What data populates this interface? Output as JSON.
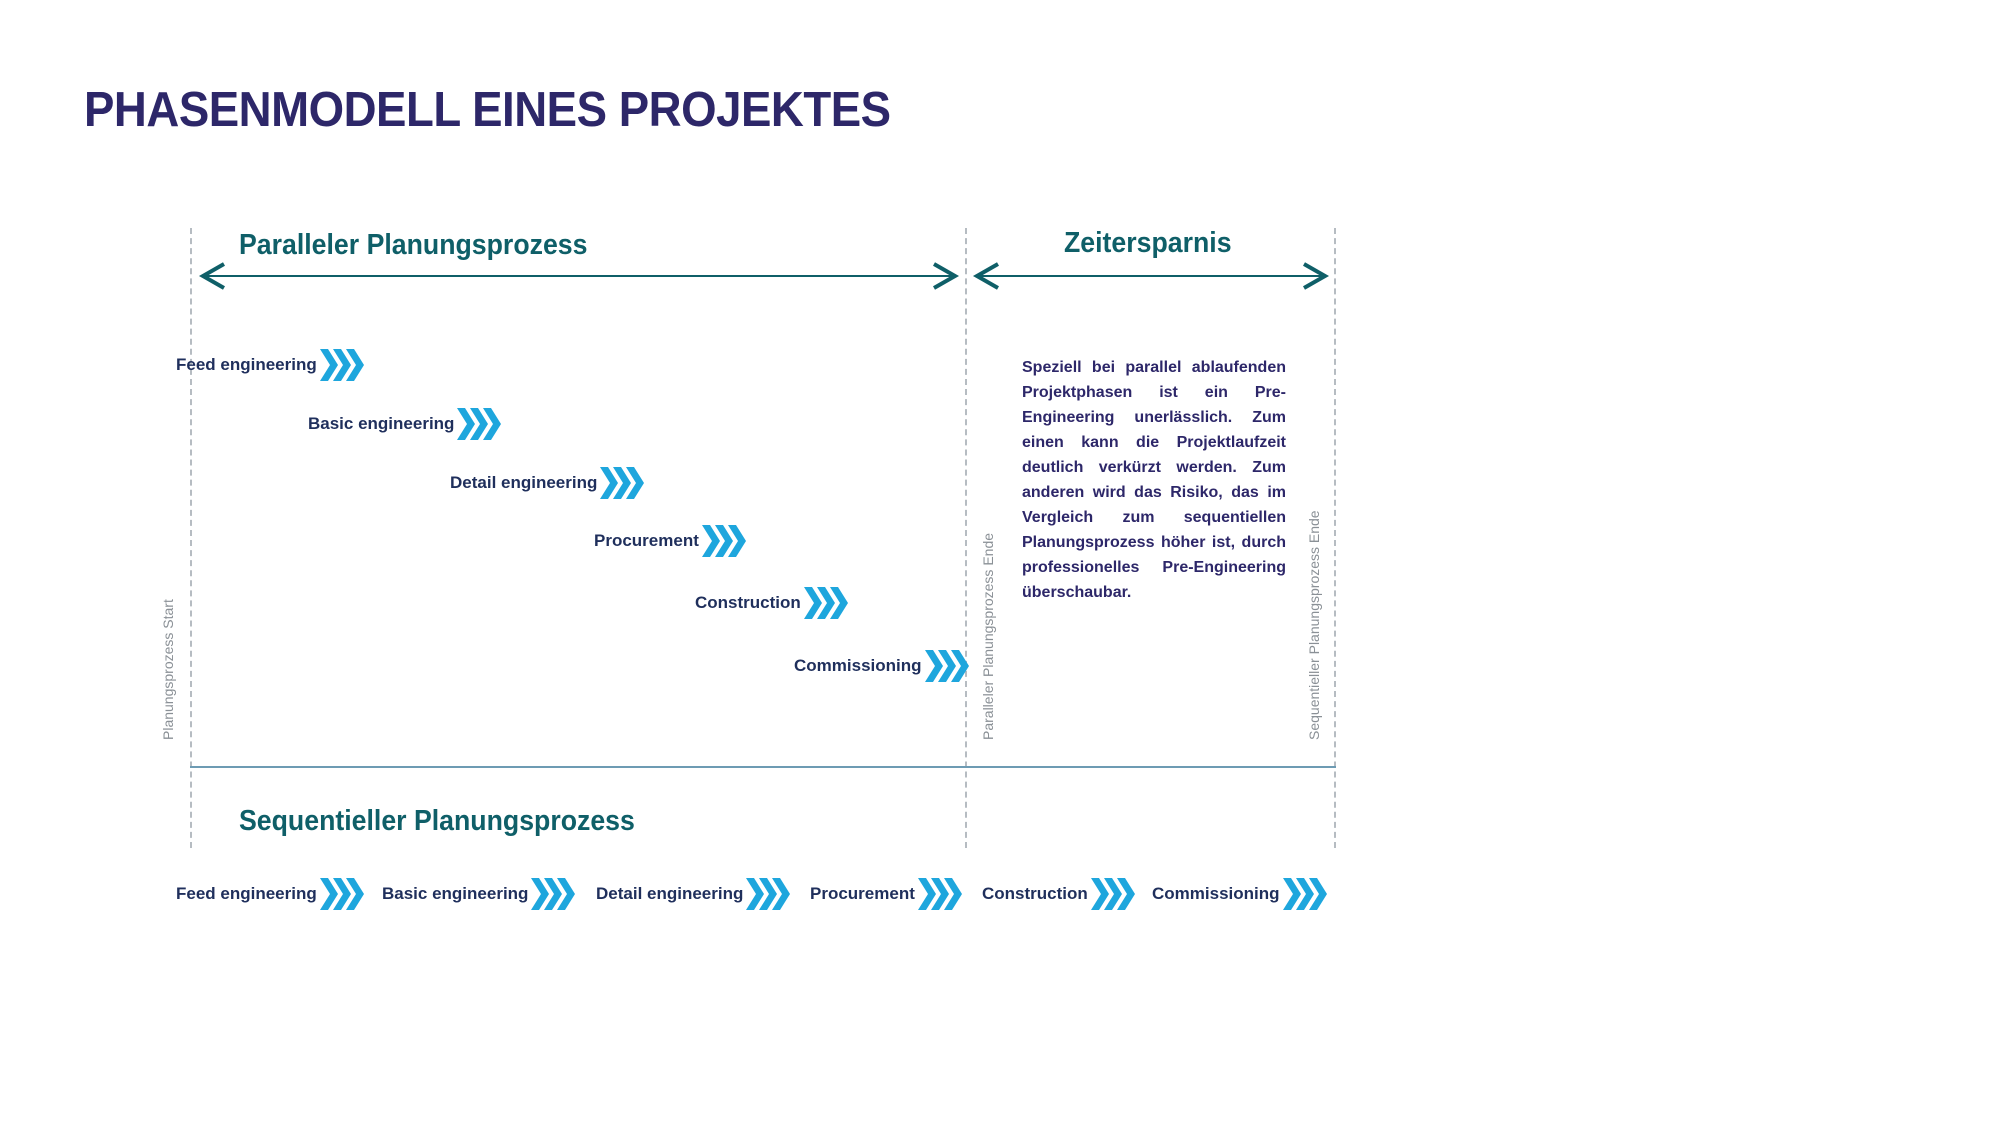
{
  "page": {
    "title": "PHASENMODELL EINES PROJEKTES"
  },
  "parallel": {
    "heading": "Paralleler Planungsprozess",
    "phases": [
      "Feed engineering",
      "Basic engineering",
      "Detail engineering",
      "Procurement",
      "Construction",
      "Commissioning"
    ]
  },
  "savings": {
    "heading": "Zeitersparnis",
    "text": "Speziell bei parallel ablaufenden Projektphasen ist ein Pre-Engineering unerlässlich. Zum einen kann die Projektlaufzeit deutlich verkürzt werden. Zum anderen wird das Risiko, das im Vergleich zum sequentiellen Planungsprozess höher ist, durch professionelles Pre-Engineering überschaubar."
  },
  "markers": {
    "start": "Planungsprozess Start",
    "parallel_end": "Paralleler Planungsprozess Ende",
    "sequential_end": "Sequentieller Planungsprozess Ende"
  },
  "sequential": {
    "heading": "Sequentieller Planungsprozess",
    "phases": [
      "Feed engineering",
      "Basic engineering",
      "Detail engineering",
      "Procurement",
      "Construction",
      "Commissioning"
    ]
  },
  "colors": {
    "title": "#2d2769",
    "heading": "#0f5f68",
    "phase_label": "#1f2f5c",
    "chevron": "#1ea6dd",
    "dashed_line": "#b6bcc2",
    "baseline": "#6d9bb3"
  }
}
